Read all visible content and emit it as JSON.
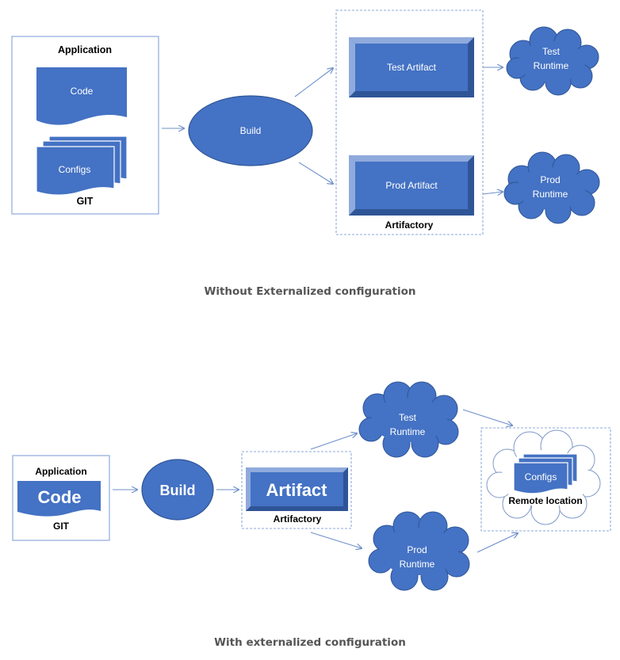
{
  "colors": {
    "shape_fill": "#4472C4",
    "shape_dark": "#2F5597",
    "shape_light": "#8FAADC",
    "border": "#8EA9DB",
    "arrow": "#6E8FC9",
    "caption": "#555555"
  },
  "diagram_top": {
    "application_title": "Application",
    "code_label": "Code",
    "configs_label": "Configs",
    "git_label": "GIT",
    "build_label": "Build",
    "test_artifact_label": "Test Artifact",
    "prod_artifact_label": "Prod Artifact",
    "artifactory_label": "Artifactory",
    "test_runtime_line1": "Test",
    "test_runtime_line2": "Runtime",
    "prod_runtime_line1": "Prod",
    "prod_runtime_line2": "Runtime",
    "caption": "Without Externalized configuration"
  },
  "diagram_bottom": {
    "application_title": "Application",
    "code_label": "Code",
    "git_label": "GIT",
    "build_label": "Build",
    "artifact_label": "Artifact",
    "artifactory_label": "Artifactory",
    "test_runtime_line1": "Test",
    "test_runtime_line2": "Runtime",
    "prod_runtime_line1": "Prod",
    "prod_runtime_line2": "Runtime",
    "configs_label": "Configs",
    "remote_location_label": "Remote location",
    "caption": "With externalized configuration"
  }
}
